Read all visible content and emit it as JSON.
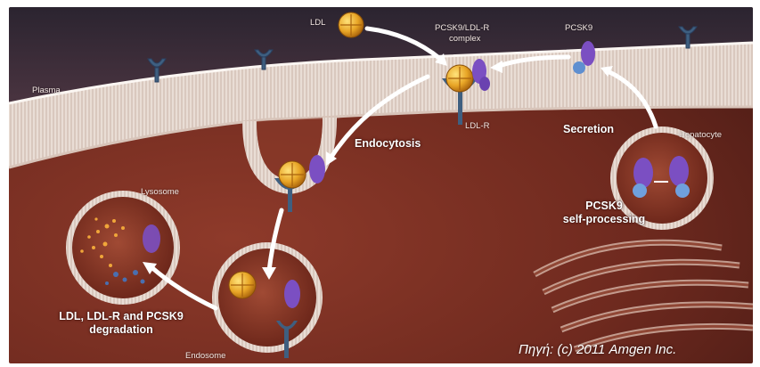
{
  "labels": {
    "ldl": "LDL",
    "complex_line1": "PCSK9/LDL-R",
    "complex_line2": "complex",
    "pcsk9": "PCSK9",
    "plasma": "Plasma",
    "endocytosis": "Endocytosis",
    "ldl_r": "LDL-R",
    "secretion": "Secretion",
    "hepatocyte": "Hepatocyte",
    "lysosome": "Lysosome",
    "self_processing_line1": "PCSK9",
    "self_processing_line2": "self-processing",
    "degradation_line1": "LDL, LDL-R and PCSK9",
    "degradation_line2": "degradation",
    "endosome": "Endosome"
  },
  "credit": "Πηγή: (c) 2011 Amgen Inc.",
  "colors": {
    "cytoplasm": "#7a2f22",
    "plasma": "#3a2b35",
    "membrane": "#e8ddd6",
    "ldl": "#e8a526",
    "pcsk9": "#7b4fc2",
    "receptor": "#3f5f80"
  }
}
